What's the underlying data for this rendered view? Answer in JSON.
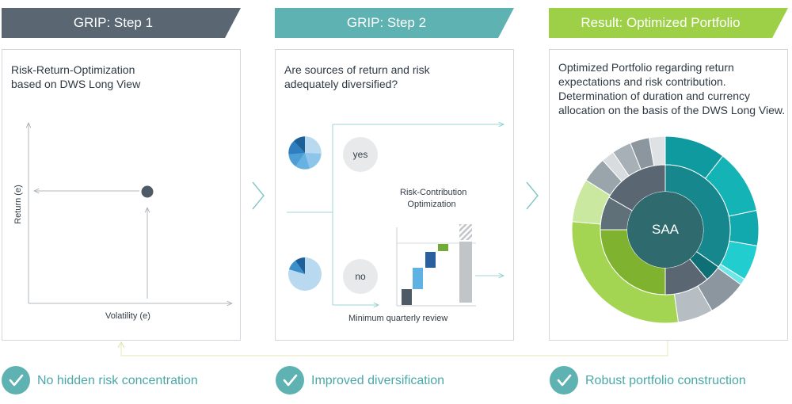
{
  "steps": [
    {
      "title": "GRIP: Step 1",
      "color": "#5a6772"
    },
    {
      "title": "GRIP: Step 2",
      "color": "#5eb2b1"
    },
    {
      "title": "Result: Optimized Portfolio",
      "color": "#9ed047"
    }
  ],
  "panel1": {
    "heading_line1": "Risk-Return-Optimization",
    "heading_line2": "based on DWS Long View",
    "y_axis_label": "Return (e)",
    "x_axis_label": "Volatility (e)"
  },
  "panel2": {
    "heading_line1": "Are sources of return and risk",
    "heading_line2": "adequately diversified?",
    "yes_label": "yes",
    "no_label": "no",
    "chart_title_line1": "Risk-Contribution",
    "chart_title_line2": "Optimization",
    "footer": "Minimum quarterly review"
  },
  "panel3": {
    "line1": "Optimized Portfolio regarding return",
    "line2": "expectations and risk contribution.",
    "line3": "Determination of duration and currency",
    "line4": "allocation on the basis of the DWS Long View.",
    "center_label": "SAA"
  },
  "outcomes": [
    {
      "label": "No hidden risk concentration"
    },
    {
      "label": "Improved diversification"
    },
    {
      "label": "Robust portfolio construction"
    }
  ]
}
